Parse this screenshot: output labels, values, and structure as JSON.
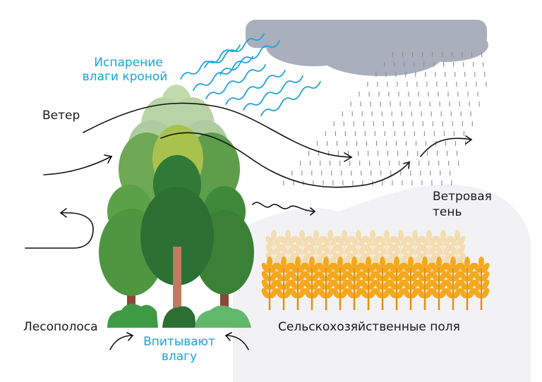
{
  "labels": {
    "evaporation": [
      "Испарение",
      "влаги кроной"
    ],
    "wind": "Ветер",
    "wind_shadow": [
      "Ветровая",
      "тень"
    ],
    "forest_belt": "Лесополоса",
    "fields": "Сельскохозяйственные поля",
    "absorb": [
      "Впитывают",
      "влагу"
    ]
  },
  "colors": {
    "accent_blue": "#1aa3d9",
    "cloud": "#a9afbb",
    "shadow": "#f2f2f4",
    "text": "#1a1a1a",
    "rain": "#8c8c8c",
    "wheat": "#f2a218"
  },
  "icons": [
    "cloud-icon",
    "rain-icon",
    "tree-icon",
    "wheat-icon",
    "wind-arrow-icon",
    "bush-icon"
  ]
}
